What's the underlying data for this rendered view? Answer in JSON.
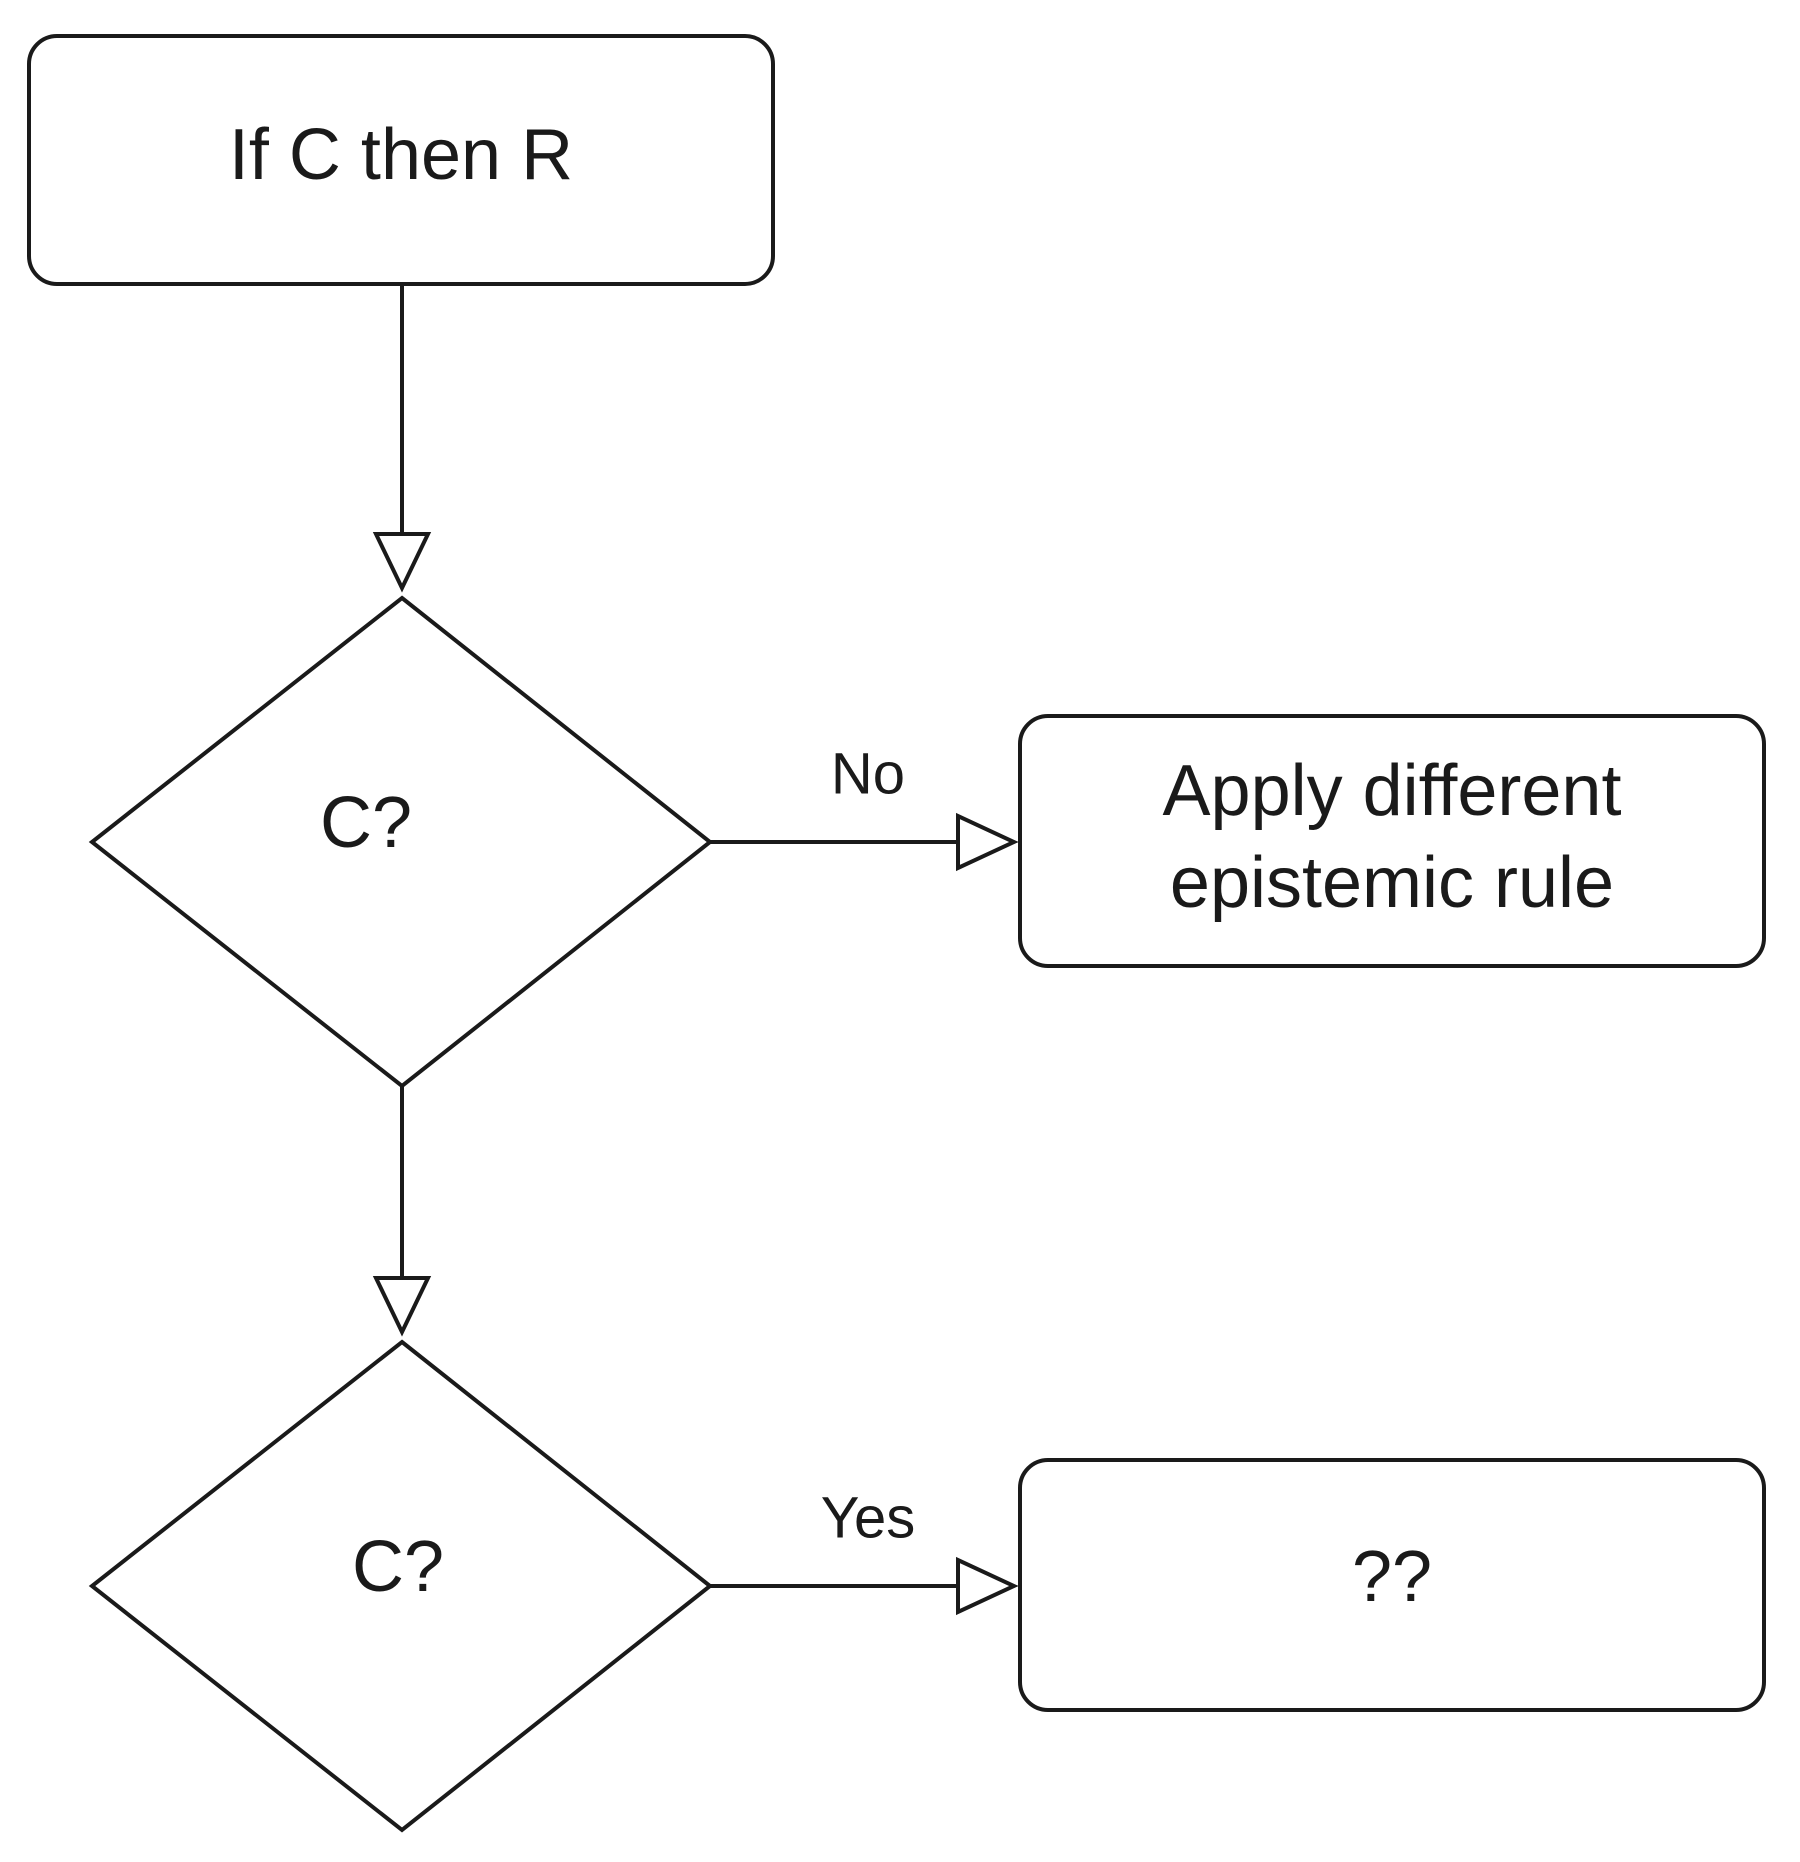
{
  "nodes": {
    "rule": {
      "label": "If C then R"
    },
    "decision_first": {
      "label": "C?"
    },
    "alternative": {
      "label_line1": "Apply different",
      "label_line2": "epistemic rule"
    },
    "decision_second": {
      "label": "C?"
    },
    "unknown": {
      "label": "??"
    }
  },
  "edges": {
    "no": {
      "label": "No"
    },
    "yes": {
      "label": "Yes"
    }
  },
  "colors": {
    "stroke": "#1a1a1a",
    "background": "#ffffff"
  }
}
